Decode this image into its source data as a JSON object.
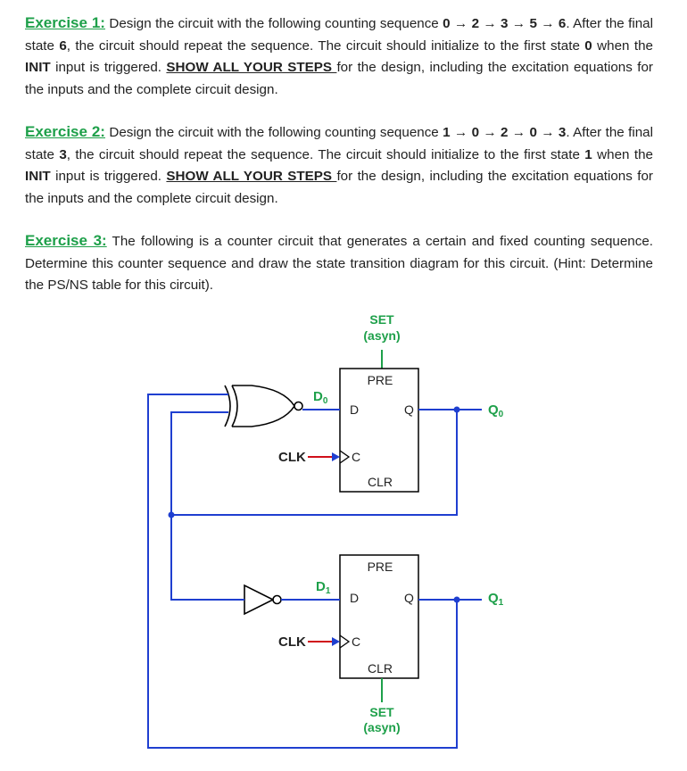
{
  "exercises": [
    {
      "title": "Exercise 1:",
      "text_a": " Design the circuit with the following counting sequence ",
      "sequence": "0 → 2 → 3 → 5 → 6",
      "text_b": ". After the final state ",
      "final_state": "6",
      "text_c": ", the circuit should repeat the sequence. The circuit should initialize to the first state ",
      "first_state": "0",
      "text_d": " when the ",
      "init": "INIT",
      "text_e": " input is triggered. ",
      "steps": "SHOW ALL YOUR STEPS ",
      "text_f": "for the design, including the excitation equations for the inputs and the complete circuit design."
    },
    {
      "title": "Exercise 2:",
      "text_a": " Design the circuit with the following counting sequence ",
      "sequence": "1 → 0 → 2 → 0 → 3",
      "text_b": ". After the final state ",
      "final_state": "3",
      "text_c": ", the circuit should repeat the sequence. The circuit should initialize to the first state ",
      "first_state": "1",
      "text_d": " when the ",
      "init": "INIT",
      "text_e": " input is triggered. ",
      "steps": "SHOW ALL YOUR STEPS ",
      "text_f": "for the design, including the excitation equations for the inputs and the complete circuit design."
    },
    {
      "title": "Exercise 3:",
      "text": "  The following is a counter circuit that generates a certain and fixed counting sequence. Determine this counter sequence and draw the state transition diagram for this circuit. (Hint: Determine the PS/NS table for this circuit)."
    }
  ],
  "circuit": {
    "set_top": [
      "SET",
      "(asyn)"
    ],
    "set_bottom": [
      "SET",
      "(asyn)"
    ],
    "ff_pre": "PRE",
    "ff_clr": "CLR",
    "ff_d": "D",
    "ff_q": "Q",
    "ff_c": "C",
    "clk": "CLK",
    "d0": "D",
    "d0_sub": "0",
    "d1": "D",
    "d1_sub": "1",
    "q0": "Q",
    "q0_sub": "0",
    "q1": "Q",
    "q1_sub": "1",
    "colors": {
      "wire": "#1f3fd0",
      "label": "#1ea04a",
      "clk": "#d0101a"
    }
  }
}
